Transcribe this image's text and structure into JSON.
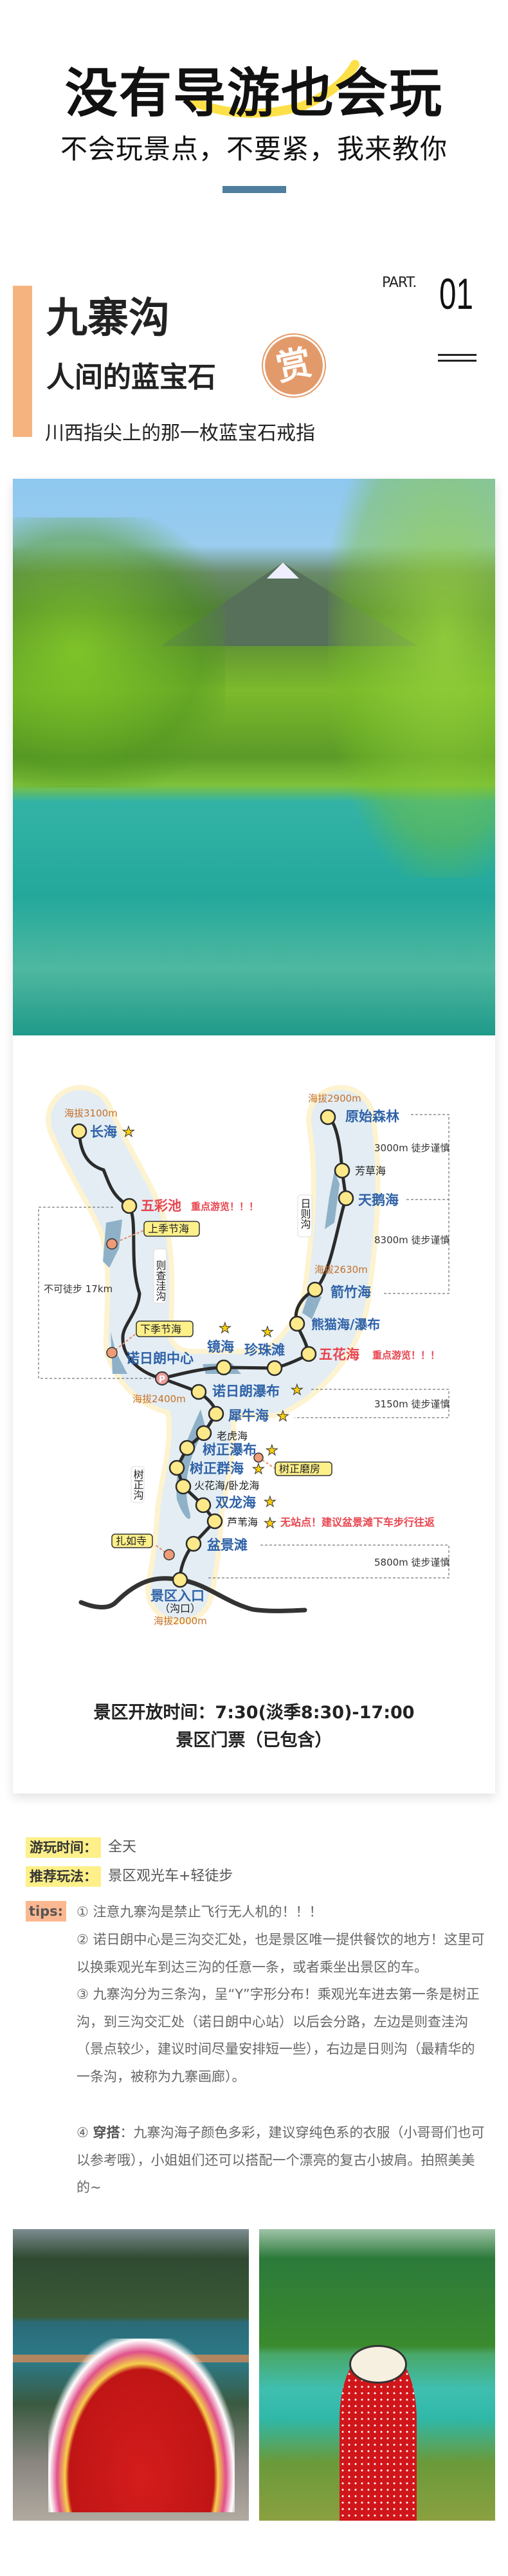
{
  "header": {
    "title": "没有导游也会玩",
    "subtitle": "不会玩景点，不要紧，我来教你"
  },
  "section": {
    "part_label": "PART.",
    "part_number": "01",
    "title": "九寨沟",
    "subtitle": "人间的蓝宝石",
    "badge": "赏",
    "description": "川西指尖上的那一枚蓝宝石戒指"
  },
  "map": {
    "altitudes": {
      "changhai": "海拔3100m",
      "forest": "海拔2900m",
      "jianzhu": "海拔2630m",
      "nuorilang": "海拔2400m",
      "entrance": "海拔2000m"
    },
    "stops": {
      "changhai": "长海",
      "wucaichi": "五彩池",
      "forest": "原始森林",
      "fangcao": "芳草海",
      "tiane": "天鹅海",
      "jianzhu": "箭竹海",
      "xiongmao": "熊猫海/瀑布",
      "wuhua": "五花海",
      "zhenzhu": "珍珠滩",
      "jinghai": "镜海",
      "center": "诺日朗中心",
      "nuorilang_falls": "诺日朗瀑布",
      "xiniu": "犀牛海",
      "laohu": "老虎海",
      "shuzheng_falls": "树正瀑布",
      "shuzheng_lakes": "树正群海",
      "huohua": "火花海/卧龙海",
      "shuanglong": "双龙海",
      "luwei": "芦苇海",
      "penjing": "盆景滩",
      "entrance": "景区入口",
      "entrance_sub": "（沟口）"
    },
    "side_spots": {
      "upper_seasonal": "上季节海",
      "lower_seasonal": "下季节海",
      "mill": "树正磨房",
      "temple": "扎如寺"
    },
    "valleys": {
      "zechawa": "则查洼沟",
      "rize": "日则沟",
      "shuzheng": "树正沟"
    },
    "notes": {
      "must_see_1": "重点游览！！！",
      "must_see_2": "重点游览！！！",
      "no_stop": "无站点！建议盆景滩下车步行往返",
      "walk_3000": "3000m 徒步谨慎",
      "walk_8300": "8300m 徒步谨慎",
      "walk_3150": "3150m 徒步谨慎",
      "walk_5800": "5800m 徒步谨慎",
      "no_walk": "不可徒步 17km",
      "parking": "P"
    },
    "colors": {
      "route": "#2b2b2b",
      "stop": "#fde98a",
      "label_blue": "#2f62a8",
      "label_red": "#e8454f",
      "altitude": "#c4702a"
    }
  },
  "info": {
    "hours": "景区开放时间：7:30(淡季8:30)-17:00",
    "tickets": "景区门票（已包含）"
  },
  "details": {
    "duration_label": "游玩时间：",
    "duration_value": "全天",
    "method_label": "推荐玩法：",
    "method_value": "景区观光车+轻徒步",
    "tips_label": "tips:",
    "tips": [
      "① 注意九寨沟是禁止飞行无人机的！！！",
      "② 诺日朗中心是三沟交汇处，也是景区唯一提供餐饮的地方！这里可以换乘观光车到达三沟的任意一条，或者乘坐出景区的车。",
      "③ 九寨沟分为三条沟，呈“Y”字形分布！乘观光车进去第一条是树正沟，到三沟交汇处（诺日朗中心站）以后会分路，左边是则查洼沟（景点较少，建议时间尽量安排短一些），右边是日则沟（最精华的一条沟，被称为九寨画廊）。"
    ],
    "tip4_prefix": "④ ",
    "tip4_bold": "穿搭",
    "tip4_text": "：九寨沟海子颜色多彩，建议穿纯色系的衣服（小哥哥们也可以参考哦），小姐姐们还可以搭配一个漂亮的复古小披肩。拍照美美的~"
  },
  "colors": {
    "accent_orange": "#f5b47f",
    "accent_blue": "#4f7f9e",
    "highlight_yellow": "#fdf08a",
    "tips_orange": "#fbb890"
  }
}
